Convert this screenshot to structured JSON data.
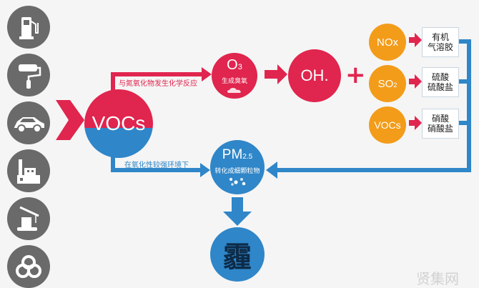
{
  "colors": {
    "red": "#e0254e",
    "blue": "#2f86c8",
    "orange": "#f39c1a",
    "gray": "#6a6a6a",
    "background": "#f5f5f5"
  },
  "sources": [
    {
      "icon": "fuel-pump-icon"
    },
    {
      "icon": "paint-roller-icon"
    },
    {
      "icon": "car-icon"
    },
    {
      "icon": "factory-icon"
    },
    {
      "icon": "crane-icon"
    },
    {
      "icon": "biohazard-icon"
    }
  ],
  "voc": {
    "label": "VOCs"
  },
  "upper_path": {
    "label": "与氮氧化物发生化学反应"
  },
  "lower_path": {
    "label": "在氧化性较强环境下"
  },
  "ozone": {
    "symbol": "O",
    "subscript": "3",
    "label": "生成臭氧"
  },
  "oh": {
    "label": "OH."
  },
  "plus": "+",
  "reactants": [
    {
      "main": "NOx",
      "sub": "",
      "product_line1": "有机",
      "product_line2": "气溶胶"
    },
    {
      "main": "SO",
      "sub": "2",
      "product_line1": "硫酸",
      "product_line2": "硫酸盐"
    },
    {
      "main": "VOCs",
      "sub": "",
      "product_line1": "硝酸",
      "product_line2": "硝酸盐"
    }
  ],
  "pm": {
    "symbol": "PM",
    "subscript": "2.5",
    "label": "转化成细颗粒物"
  },
  "haze": {
    "label": "霾"
  },
  "watermark": "贤集网"
}
